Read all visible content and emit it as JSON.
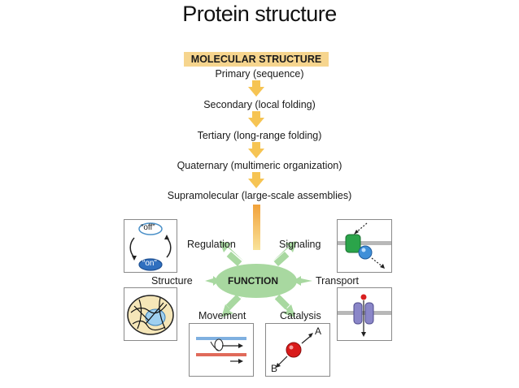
{
  "title": "Protein structure",
  "header": "MOLECULAR STRUCTURE",
  "levels": [
    "Primary (sequence)",
    "Secondary (local folding)",
    "Tertiary (long-range folding)",
    "Quaternary (multimeric organization)",
    "Supramolecular (large-scale assemblies)"
  ],
  "center": "FUNCTION",
  "functions": {
    "regulation": "Regulation",
    "signaling": "Signaling",
    "structure": "Structure",
    "transport": "Transport",
    "movement": "Movement",
    "catalysis": "Catalysis"
  },
  "regulation_states": {
    "off": "“off”",
    "on": "“on”"
  },
  "catalysis_labels": {
    "a": "A",
    "b": "B"
  },
  "colors": {
    "arrow_orange": "#f6c453",
    "function_green": "#a8d8a0",
    "header_bg": "#f6d58e"
  }
}
